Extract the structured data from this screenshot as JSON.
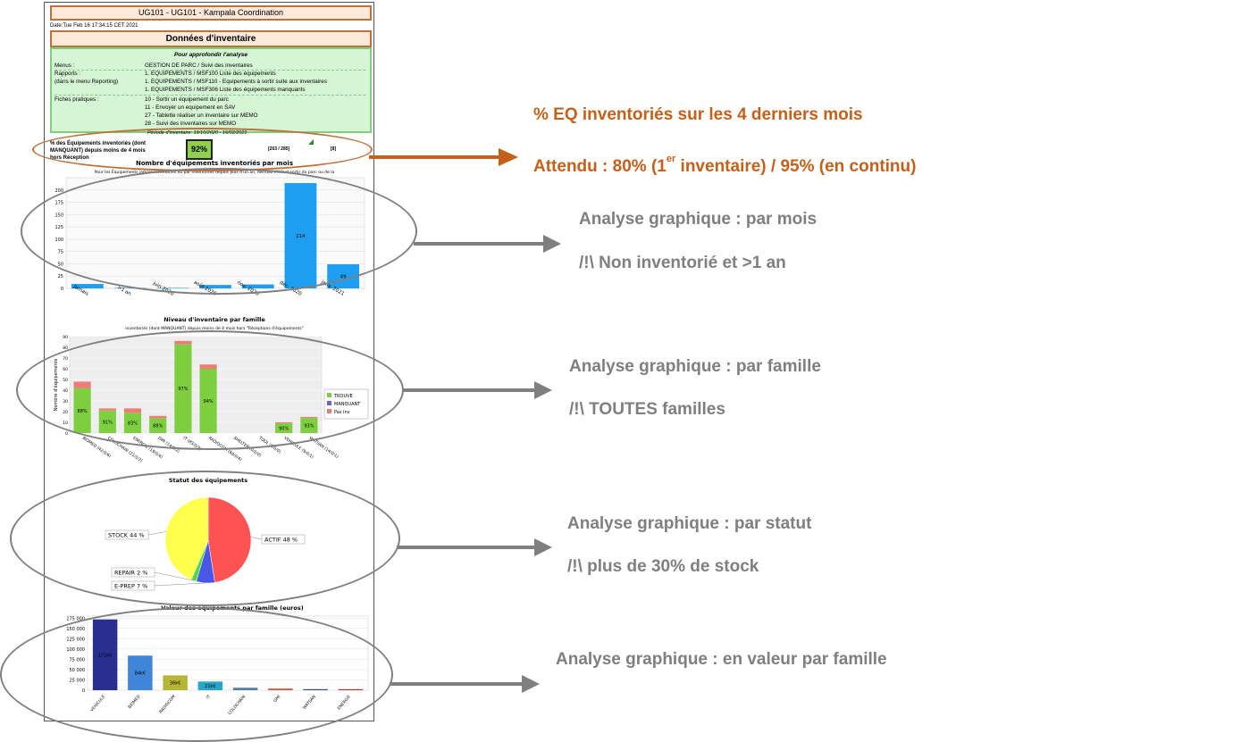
{
  "report": {
    "title": "UG101 - UG101 - Kampala Coordination",
    "date": "Date:Tue Feb 16 17:34:15 CET 2021",
    "section_title": "Données d'inventaire",
    "analysis_box": {
      "title": "Pour approfondir l'analyse",
      "menus_label": "Menus :",
      "menus_value": "GESTION DE PARC / Suivi des inventaires",
      "rapports_label": "Rapports :",
      "rapports_sub": "(dans le menu Reporting)",
      "rapports_items": [
        "1. EQUIPEMENTS / MSF100 Liste des équipements",
        "1. EQUIPEMENTS / MSF110 - Equipements à sortir suite aux inventaires",
        "1. EQUIPEMENTS / MSF306 Liste des équipements manquants"
      ],
      "fiches_label": "Fiches pratiques :",
      "fiches_items": [
        "10 - Sortir un équipement du parc",
        "11 - Envoyer un equipement en SAV",
        "27 - Tablette réaliser un inventaire sur MEMO",
        "28 - Suivi des inventaires sur MEMO"
      ]
    },
    "period": "Période d'inventaire: 19/10/2020 - 16/02/2021",
    "kpi_label_1": "% des Équipements inventoriés (dont",
    "kpi_label_2": "MANQUANT) depuis moins de 4 mois",
    "kpi_label_3": "hors Réception",
    "kpi_value": "92%",
    "kpi_count": "[263 / 285]",
    "kpi_extra": "[8]"
  },
  "chart_data": [
    {
      "type": "bar",
      "title": "Nombre d'équipements inventoriés par mois",
      "subtitle": "Pour les Équipements jamais inventoriés ou par inventoriés depuis plus d'un an, décidez s'il faut sortir du parc ou de la",
      "categories": [
        "Jamais",
        ">1 an",
        "juin 2020",
        "août 2020",
        "nov. 2020",
        "déc. 2020",
        "janv. 2021"
      ],
      "values": [
        9,
        1,
        1,
        7,
        8,
        214,
        49
      ],
      "data_labels": [
        "",
        "",
        "",
        "",
        "",
        "214",
        "49"
      ],
      "ylim": [
        0,
        225
      ],
      "yticks": [
        0,
        25,
        50,
        75,
        100,
        125,
        150,
        175,
        200
      ],
      "color": "#1e9ef0"
    },
    {
      "type": "bar",
      "title": "Niveau d'inventaire par famille",
      "subtitle": "inventoriés (dont MANQUANT) depuis moins de 4 mois hors \"Réceptions d'équipements\"",
      "ylabel": "Nombre d'équipements",
      "categories": [
        "BIOMED (42/0/6)",
        "COLDCHAIN (21/0/2)",
        "ENERGIE (19/0/4)",
        "GMI (14/0/2)",
        "IT (83/0/3)",
        "RADIOCOM (60/0/4)",
        "SHELTER (0/0/0)",
        "TOOL (0/0/0)",
        "VEHICULE (9/0/1)",
        "WATSAN (14/0/1)"
      ],
      "series": [
        {
          "name": "TROUVE",
          "color": "#7dcf3f",
          "values": [
            42,
            21,
            19,
            14,
            83,
            60,
            0,
            0,
            9,
            14
          ]
        },
        {
          "name": "MANQUANT",
          "color": "#6f5fd8",
          "values": [
            0,
            0,
            0,
            0,
            0,
            0,
            0,
            0,
            0,
            0
          ]
        },
        {
          "name": "Pas inv",
          "color": "#f07a78",
          "values": [
            6,
            2,
            4,
            2,
            3,
            4,
            0,
            0,
            1,
            1
          ]
        }
      ],
      "data_labels": [
        "88%",
        "91%",
        "83%",
        "88%",
        "97%",
        "94%",
        "",
        "",
        "90%",
        "93%"
      ],
      "ylim": [
        0,
        90
      ],
      "yticks": [
        0,
        10,
        20,
        30,
        40,
        50,
        60,
        70,
        80,
        90
      ]
    },
    {
      "type": "pie",
      "title": "Statut des équipements",
      "slices": [
        {
          "label": "ACTIF 48 %",
          "value": 48,
          "color": "#ff5252"
        },
        {
          "label": "E-PREP 7 %",
          "value": 7,
          "color": "#4a56e6"
        },
        {
          "label": "REPAIR 2 %",
          "value": 2,
          "color": "#4fd64f"
        },
        {
          "label": "STOCK 44 %",
          "value": 44,
          "color": "#ffff4d"
        }
      ]
    },
    {
      "type": "bar",
      "title": "Valeur des équipements par famille (euros)",
      "categories": [
        "VEHICULE",
        "BIOMED",
        "RADIOCOM",
        "IT",
        "COLDCHAIN",
        "GMI",
        "WATSAN",
        "ENERGIE"
      ],
      "values": [
        172000,
        84000,
        36000,
        21000,
        6000,
        4000,
        2000,
        1000
      ],
      "data_labels": [
        "172k€",
        "84k€",
        "36k€",
        "21k€",
        "",
        "",
        "",
        ""
      ],
      "colors": [
        "#2a2f8f",
        "#3f86d8",
        "#b5b536",
        "#26a6c8",
        "#5a7fa6",
        "#c95b3e",
        "#3a4a7a",
        "#b03a3a"
      ],
      "ylim": [
        0,
        180000
      ],
      "yticks": [
        "0",
        "25 000",
        "50 000",
        "75 000",
        "100 000",
        "125 000",
        "150 000",
        "175 000"
      ]
    }
  ],
  "annotations": {
    "kpi_line1": "% EQ inventoriés sur les 4 derniers mois",
    "kpi_line2_a": "Attendu : 80% (1",
    "kpi_line2_sup": "er",
    "kpi_line2_b": " inventaire) / 95% (en continu)",
    "month_line1": "Analyse graphique : par mois",
    "month_line2": "/!\\ Non inventorié et >1 an",
    "family_line1": "Analyse graphique : par famille",
    "family_line2": "/!\\ TOUTES familles",
    "status_line1": "Analyse graphique : par statut",
    "status_line2": "/!\\ plus de 30% de stock",
    "value_line1": "Analyse graphique : en valeur par famille"
  },
  "colors": {
    "orange": "#c4601a",
    "grey_text": "#7f7f7f",
    "arrow_grey": "#7f7f7f"
  }
}
